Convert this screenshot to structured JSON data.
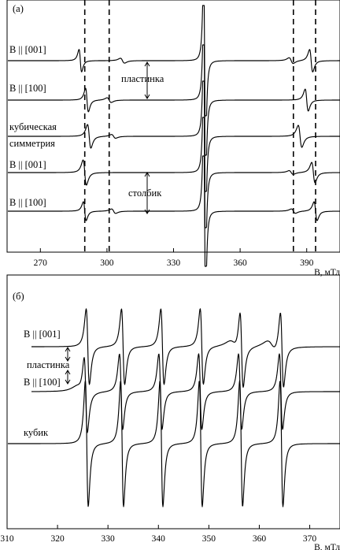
{
  "chart_data": [
    {
      "type": "line",
      "panel": "(а)",
      "xlabel": "B, мТл",
      "xlim": [
        255,
        405
      ],
      "xticks": [
        270,
        300,
        330,
        360,
        390
      ],
      "dashed_lines": [
        290,
        301,
        384,
        394
      ],
      "annotations": [
        "пластинка",
        "столбик"
      ],
      "series": [
        {
          "name": "B || [001]",
          "lines": [
            288,
            344,
            392
          ],
          "weights": [
            0.55,
            1.0,
            0.55
          ],
          "widths": [
            1.0,
            0.7,
            1.2
          ],
          "extra_lines": [
            307,
            383
          ],
          "extra_weights": [
            0.12,
            0.14
          ]
        },
        {
          "name": "B || [100]",
          "lines": [
            291,
            344,
            390
          ],
          "weights": [
            0.75,
            1.0,
            0.7
          ],
          "widths": [
            1.1,
            0.7,
            1.2
          ],
          "extra_lines": [
            301
          ],
          "extra_weights": [
            0.15
          ]
        },
        {
          "name": "кубическая симметрия",
          "lines": [
            292,
            344,
            387
          ],
          "weights": [
            0.75,
            1.0,
            0.7
          ],
          "widths": [
            1.3,
            0.7,
            1.4
          ],
          "extra_lines": [
            303
          ],
          "extra_weights": [
            0.12
          ]
        },
        {
          "name": "B || [001]",
          "lines": [
            290,
            344,
            393
          ],
          "weights": [
            0.8,
            1.0,
            0.65
          ],
          "widths": [
            1.3,
            0.7,
            1.3
          ],
          "extra_lines": [
            383
          ],
          "extra_weights": [
            0.12
          ]
        },
        {
          "name": "B || [100]",
          "lines": [
            290,
            344,
            394
          ],
          "weights": [
            0.6,
            1.0,
            0.6
          ],
          "widths": [
            1.1,
            0.7,
            1.2
          ],
          "extra_lines": [
            303,
            384
          ],
          "extra_weights": [
            0.14,
            0.14
          ]
        }
      ]
    },
    {
      "type": "line",
      "panel": "(б)",
      "xlabel": "B, мТл",
      "xlim": [
        310,
        376
      ],
      "xticks": [
        310,
        320,
        330,
        340,
        350,
        360,
        370
      ],
      "annotations": [
        "пластинка"
      ],
      "series": [
        {
          "name": "B || [001]",
          "lines": [
            326.0,
            333.0,
            340.8,
            348.6,
            356.5,
            364.5
          ],
          "weights": [
            1,
            1,
            1,
            1,
            1,
            1
          ],
          "widths": [
            0.55,
            0.55,
            0.55,
            0.55,
            0.55,
            0.55
          ],
          "extra_lines": [
            355,
            362.5
          ],
          "extra_weights": [
            0.12,
            0.14
          ]
        },
        {
          "name": "B || [100]",
          "lines": [
            325.6,
            332.6,
            340.4,
            348.3,
            356.2,
            364.3
          ],
          "weights": [
            1,
            1,
            1,
            1,
            1,
            1
          ],
          "widths": [
            0.55,
            0.55,
            0.55,
            0.55,
            0.55,
            0.55
          ],
          "extra_lines": [
            324.5
          ],
          "extra_weights": [
            0.1
          ]
        },
        {
          "name": "кубик",
          "lines": [
            325.8,
            332.8,
            340.6,
            348.4,
            356.4,
            364.4
          ],
          "weights": [
            1,
            1,
            1,
            1,
            1,
            1
          ],
          "widths": [
            0.5,
            0.5,
            0.5,
            0.5,
            0.5,
            0.5
          ],
          "extra_lines": [],
          "extra_weights": []
        }
      ]
    }
  ]
}
